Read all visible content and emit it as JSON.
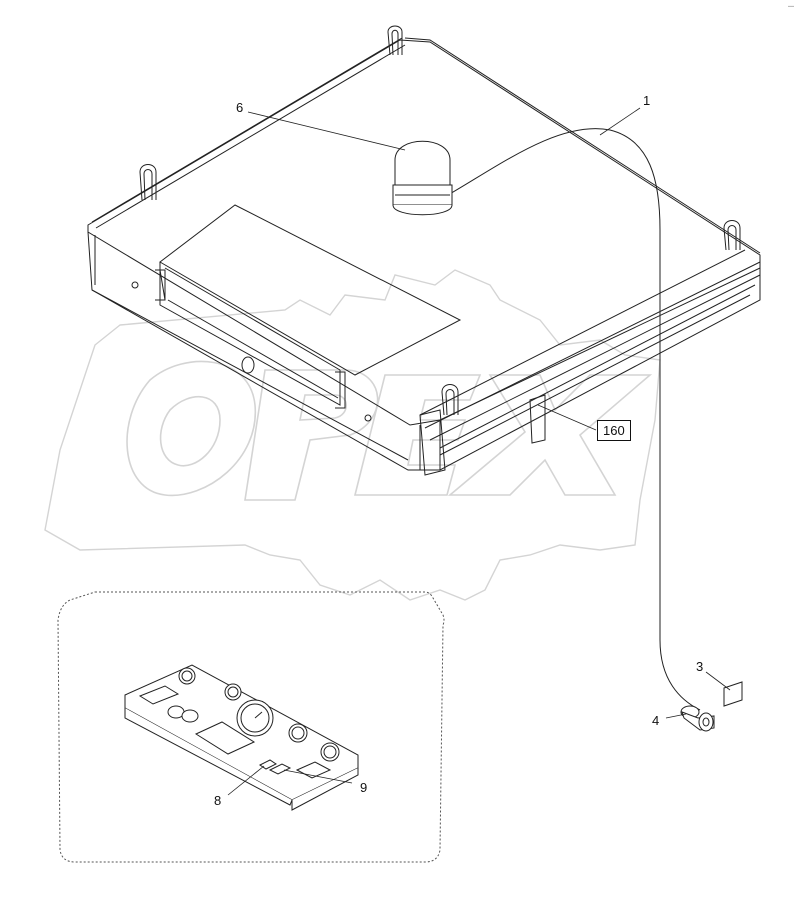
{
  "diagram": {
    "callouts": {
      "roof": "1",
      "switch_cover": "3",
      "switch": "4",
      "beacon": "6",
      "panel_switch_a": "8",
      "panel_switch_b": "9"
    },
    "reference_box": "160",
    "watermark_text": "OPEX",
    "corner_mark": "…",
    "colors": {
      "line": "#222222",
      "watermark": "#d4d4d4"
    }
  }
}
